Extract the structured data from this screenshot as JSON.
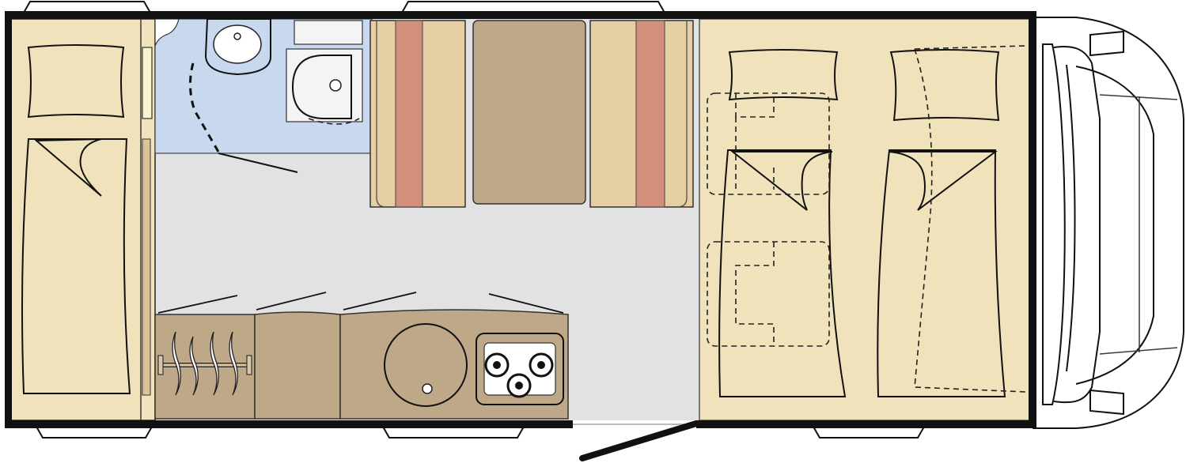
{
  "diagram": {
    "type": "floor-plan",
    "subject": "motorhome-layout",
    "colors": {
      "background": "#ffffff",
      "wall": "#111111",
      "floor": "#e2e2e2",
      "bed_area": "#f0e2bb",
      "mattress": "#dcc49a",
      "furniture": "#bfa888",
      "furniture_light": "#e6cfa5",
      "pillow": "#fbf4d2",
      "bathroom": "#c8d8ee",
      "sanitary": "#f4f4f4",
      "cushion_stripe": "#d2907c",
      "cab": "#ffffff",
      "windscreen": "#e8f1fb"
    },
    "zones": [
      {
        "id": "rear-bed",
        "pillows": 1
      },
      {
        "id": "bathroom",
        "fixtures": [
          "washbasin",
          "toilet",
          "shower"
        ]
      },
      {
        "id": "dinette",
        "seats": 2,
        "table": 1
      },
      {
        "id": "kitchen",
        "fixtures": [
          "wardrobe",
          "cabinet",
          "sink",
          "hob"
        ],
        "hob_burners": 3
      },
      {
        "id": "single-beds",
        "pillows": 2
      },
      {
        "id": "driver-cab"
      }
    ],
    "windows": 5,
    "doors": 1
  }
}
